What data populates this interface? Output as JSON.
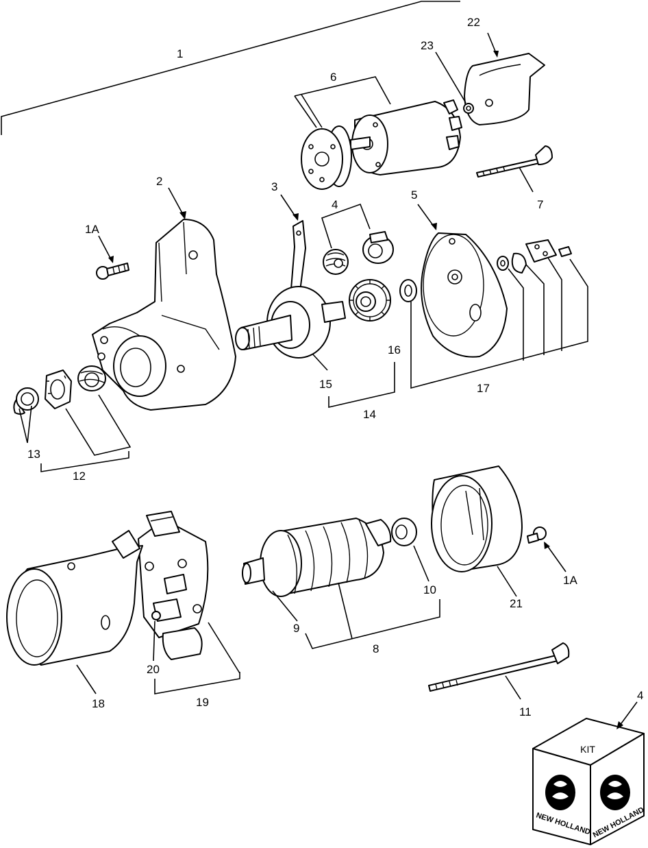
{
  "callouts": {
    "c1": "1",
    "c22": "22",
    "c23": "23",
    "c6": "6",
    "c7": "7",
    "c2": "2",
    "c3": "3",
    "c4_top": "4",
    "c5": "5",
    "c1a_top": "1A",
    "c15": "15",
    "c16": "16",
    "c17": "17",
    "c14": "14",
    "c13": "13",
    "c12": "12",
    "c10": "10",
    "c21": "21",
    "c1a_bottom": "1A",
    "c9": "9",
    "c8": "8",
    "c20": "20",
    "c19": "19",
    "c18": "18",
    "c11": "11",
    "c4_kit": "4"
  },
  "kit": {
    "label": "KIT",
    "brand_left": "NEW HOLLAND",
    "brand_right": "NEW HOLLAND"
  },
  "colors": {
    "line": "#000000",
    "background": "#ffffff"
  },
  "icons": {
    "brand_logo": "new-holland-leaf-logo"
  }
}
